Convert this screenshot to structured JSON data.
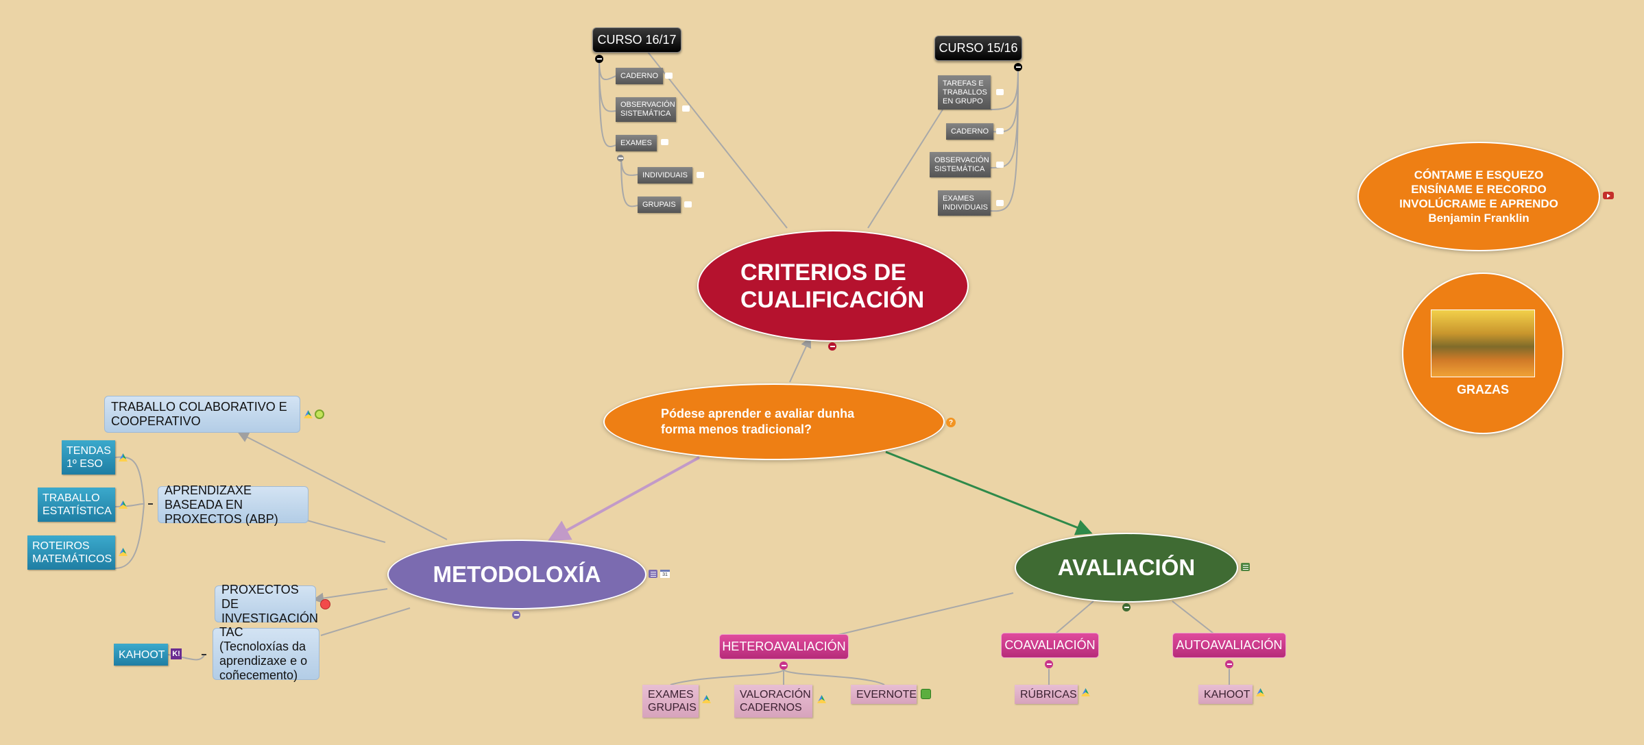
{
  "colors": {
    "background": "#ebd4a6",
    "criterios": "#b5122e",
    "question": "#ee7f14",
    "metodoloxia": "#7b6bb0",
    "avaliacion": "#3f6b33",
    "quote": "#ee7f14",
    "grazas": "#ee7f14",
    "pink_button": "#c8348a",
    "connector_purple": "#c29ac8",
    "connector_green": "#3d9a55"
  },
  "central": {
    "question": "Pódese aprender e avaliar dunha forma menos tradicional?",
    "criterios_title": "CRITERIOS DE CUALIFICACIÓN",
    "metodoloxia_title": "METODOLOXÍA",
    "avaliacion_title": "AVALIACIÓN"
  },
  "curso1617": {
    "label": "CURSO 16/17",
    "items": [
      "CADERNO",
      "OBSERVACIÓN SISTEMÁTICA",
      "EXAMES"
    ],
    "exames_children": [
      "INDIVIDUAIS",
      "GRUPAIS"
    ]
  },
  "curso1516": {
    "label": "CURSO 15/16",
    "items": [
      "TAREFAS E TRABALLOS EN GRUPO",
      "CADERNO",
      "OBSERVACIÓN SISTEMÁTICA",
      "EXAMES INDIVIDUAIS"
    ]
  },
  "metodoloxia": {
    "traballo": "TRABALLO COLABORATIVO E COOPERATIVO",
    "abp": "APRENDIZAXE BASEADA EN PROXECTOS (ABP)",
    "abp_children": [
      "TENDAS 1º ESO",
      "TRABALLO ESTATÍSTICA",
      "ROTEIROS MATEMÁTICOS"
    ],
    "proxectos": "PROXECTOS DE INVESTIGACIÓN",
    "tac": "TAC (Tecnoloxías da aprendizaxe e o coñecemento)",
    "tac_children": [
      "KAHOOT"
    ]
  },
  "avaliacion": {
    "hetero": "HETEROAVALIACIÓN",
    "hetero_children": [
      "EXAMES GRUPAIS",
      "VALORACIÓN CADERNOS",
      "EVERNOTE"
    ],
    "coa": "COAVALIACIÓN",
    "coa_children": [
      "RÚBRICAS"
    ],
    "auto": "AUTOAVALIACIÓN",
    "auto_children": [
      "KAHOOT"
    ]
  },
  "quote": {
    "lines": [
      "CÓNTAME E ESQUEZO",
      "ENSÍNAME E RECORDO",
      "INVOLÚCRAME E APRENDO",
      "Benjamin Franklin"
    ]
  },
  "grazas": "GRAZAS",
  "icons": [
    "note-icon",
    "drive-icon",
    "collapse-icon",
    "youtube-icon",
    "doc-icon",
    "calendar-icon",
    "evernote-icon",
    "kahoot-icon",
    "question-mark-icon",
    "red-dot-icon",
    "green-circle-icon"
  ]
}
